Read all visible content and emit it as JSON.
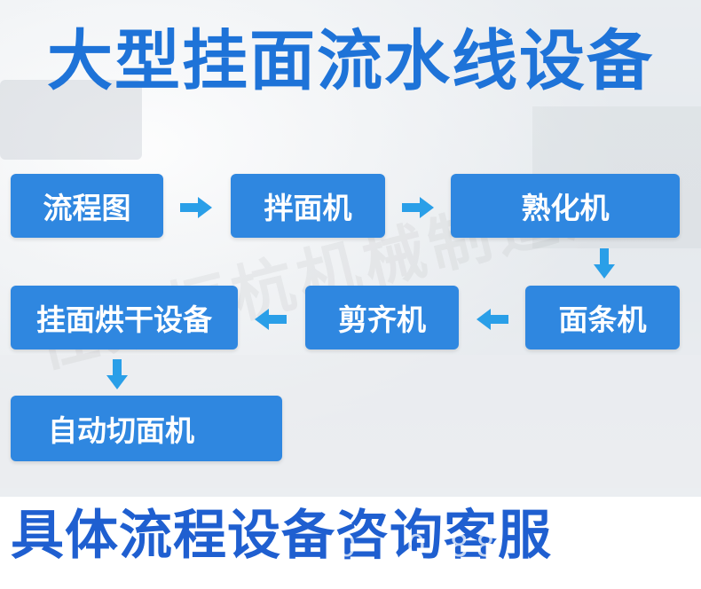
{
  "title": "大型挂面流水线设备",
  "watermark": "任某恒杭机械制造厂",
  "steps": {
    "flowchart": "流程图",
    "mixer": "拌面机",
    "curing": "熟化机",
    "noodle_sheet": "面条机",
    "cutter": "剪齐机",
    "drying": "挂面烘干设备",
    "auto_cut": "自动切面机"
  },
  "footer_text": "具体流程设备咨询客服",
  "footer_mark": "0    00   88",
  "colors": {
    "accent": "#1e73d8",
    "box": "#2f87e0",
    "arrow": "#2a9fe8",
    "footer": "#1f5fd0"
  }
}
